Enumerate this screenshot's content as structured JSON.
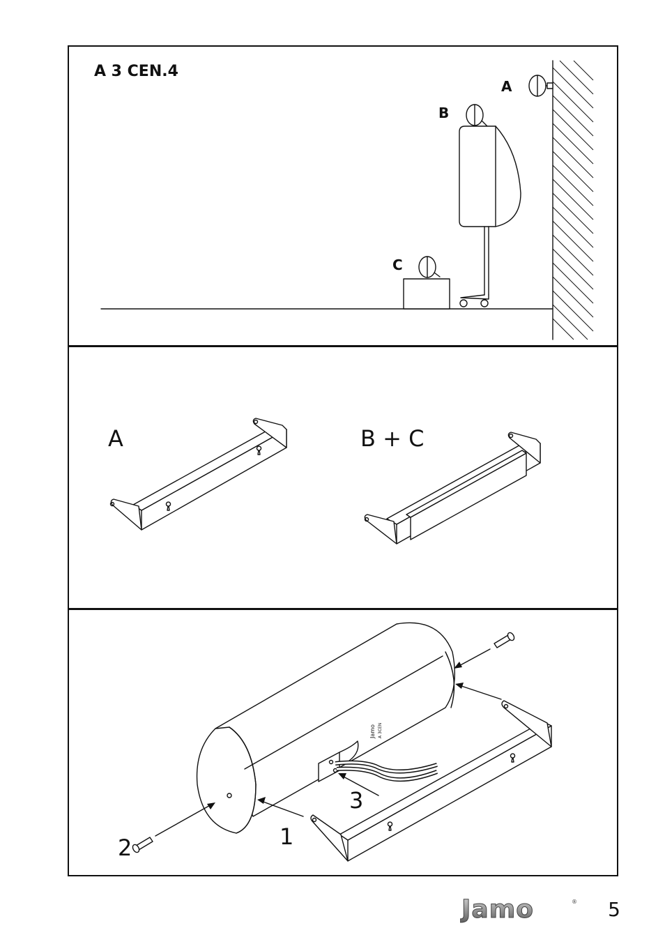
{
  "panel1": {
    "model_title": "A 3 CEN.4",
    "position_labels": [
      "A",
      "B",
      "C"
    ]
  },
  "panel2": {
    "bracket_labels": [
      "A",
      "B + C"
    ]
  },
  "panel3": {
    "step_labels": [
      "1",
      "2",
      "3"
    ],
    "speaker_print": [
      "Jamo",
      "A 3CEN"
    ]
  },
  "footer": {
    "brand": "Jamo",
    "page_number": "5"
  }
}
